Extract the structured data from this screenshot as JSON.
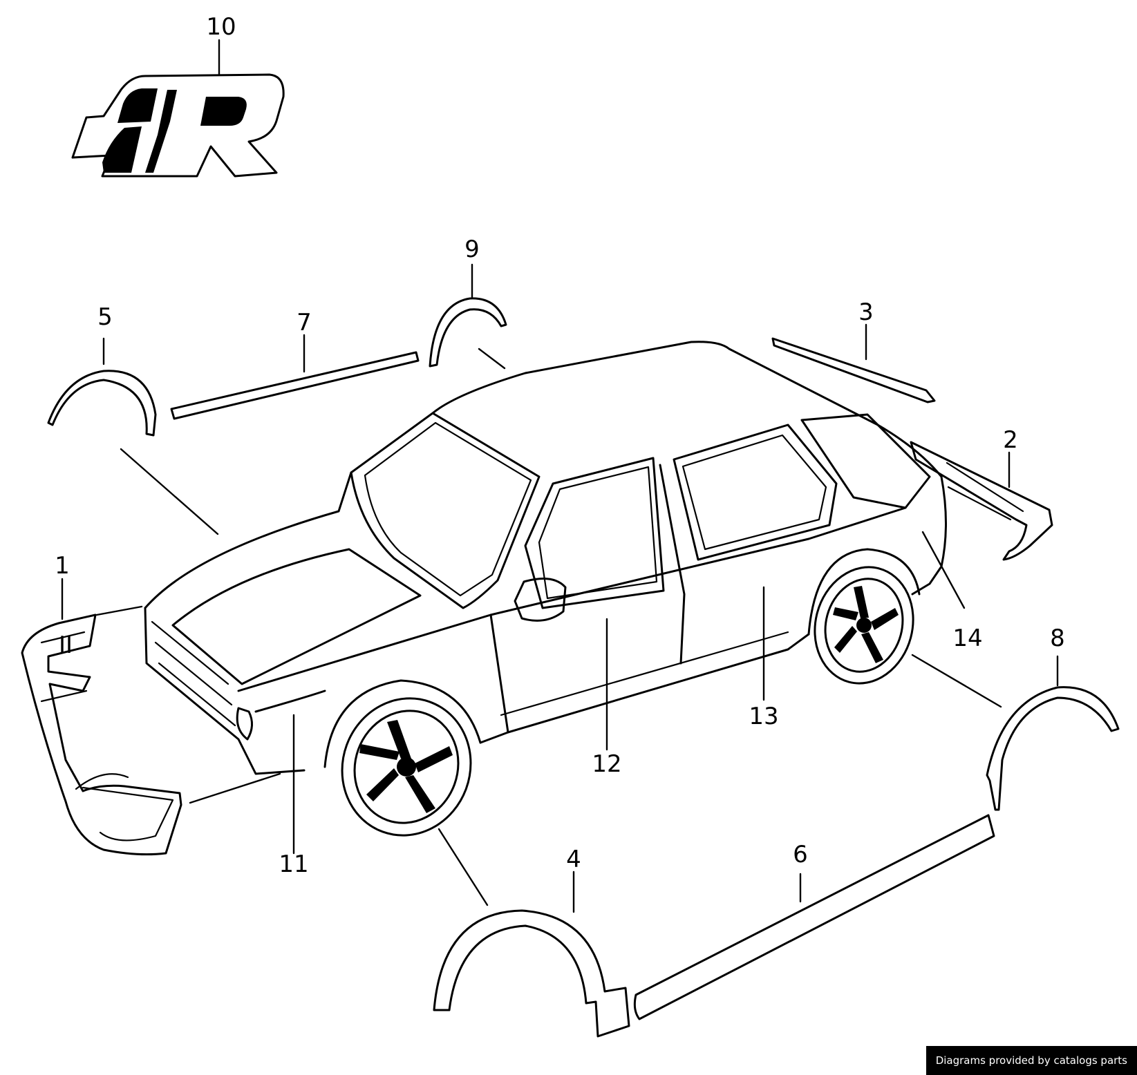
{
  "callouts": [
    {
      "id": "1",
      "label": "1"
    },
    {
      "id": "2",
      "label": "2"
    },
    {
      "id": "3",
      "label": "3"
    },
    {
      "id": "4",
      "label": "4"
    },
    {
      "id": "5",
      "label": "5"
    },
    {
      "id": "6",
      "label": "6"
    },
    {
      "id": "7",
      "label": "7"
    },
    {
      "id": "8",
      "label": "8"
    },
    {
      "id": "9",
      "label": "9"
    },
    {
      "id": "10",
      "label": "10"
    },
    {
      "id": "11",
      "label": "11"
    },
    {
      "id": "12",
      "label": "12"
    },
    {
      "id": "13",
      "label": "13"
    },
    {
      "id": "14",
      "label": "14"
    }
  ],
  "logo": {
    "letter": "R"
  },
  "credit": {
    "text": "Diagrams provided by catalogs parts"
  }
}
